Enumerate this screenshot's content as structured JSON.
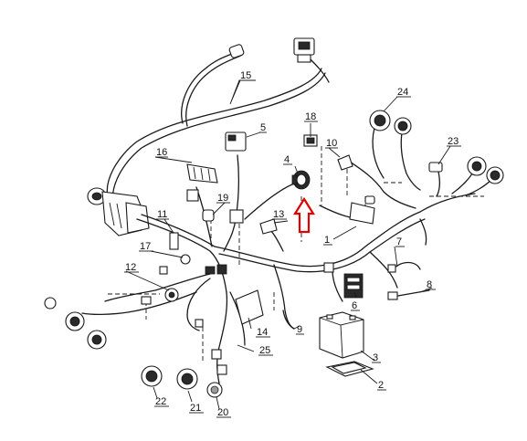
{
  "parts": {
    "p1": "1",
    "p2": "2",
    "p3": "3",
    "p4": "4",
    "p5": "5",
    "p6": "6",
    "p7": "7",
    "p8": "8",
    "p9": "9",
    "p10": "10",
    "p11": "11",
    "p12": "12",
    "p13": "13",
    "p14": "14",
    "p15": "15",
    "p16": "16",
    "p17": "17",
    "p18": "18",
    "p19": "19",
    "p20": "20",
    "p21": "21",
    "p22": "22",
    "p23": "23",
    "p24": "24",
    "p25": "25"
  },
  "highlight": {
    "color": "#e00000",
    "target_part": "4"
  }
}
